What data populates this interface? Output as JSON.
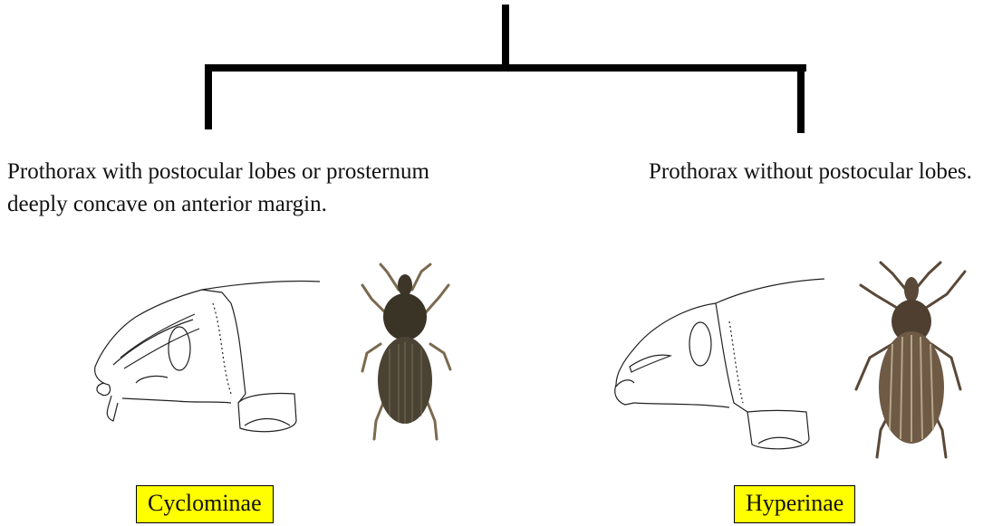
{
  "left": {
    "description": "Prothorax with postocular lobes or prosternum deeply concave on anterior margin.",
    "taxon": "Cyclominae"
  },
  "right": {
    "description": "Prothorax without postocular lobes.",
    "taxon": "Hyperinae"
  },
  "colors": {
    "label_background": "#ffff00",
    "tree_line": "#000000",
    "beetle_left_body": "#4a4233",
    "beetle_right_body": "#6e5a45"
  }
}
